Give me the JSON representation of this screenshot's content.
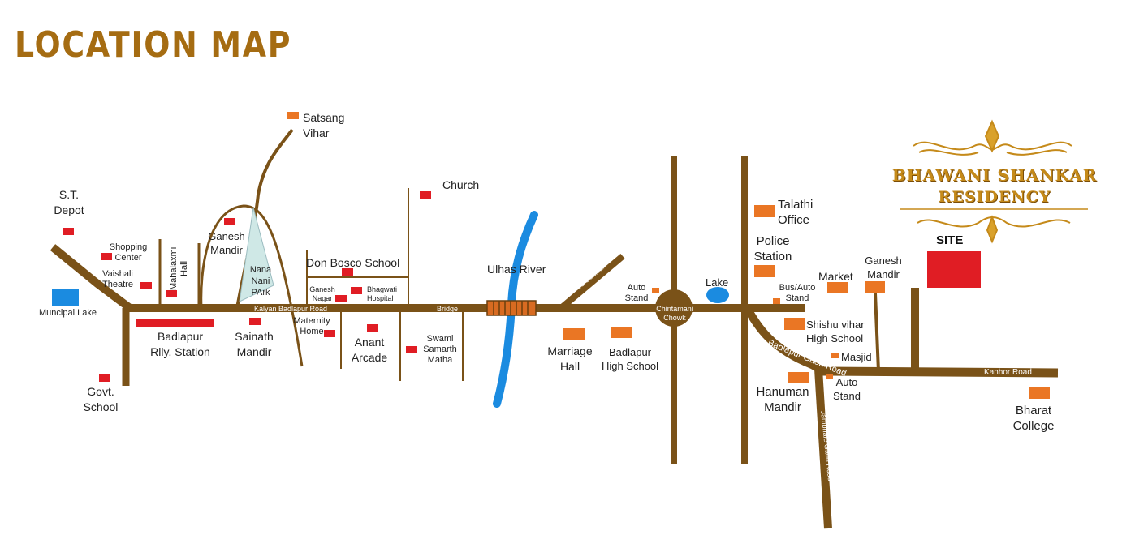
{
  "title": "LOCATION MAP",
  "brand": {
    "line1": "BHAWANI SHANKAR",
    "line2": "RESIDENCY",
    "site_label": "SITE"
  },
  "colors": {
    "road": "#7a5218",
    "marker_red": "#e01d24",
    "marker_orange": "#ea7624",
    "river": "#1b8be0",
    "lake": "#1b8be0",
    "gold": "#c58a1a"
  },
  "places": {
    "satsang_vihar": "Satsang\nVihar",
    "st_depot": "S.T.\nDepot",
    "shopping_center": "Shopping\nCenter",
    "vaishali_theatre": "Vaishali\nTheatre",
    "mahalaxmi_hall": "Mahalaxmi\nHall",
    "ganesh_mandir_west": "Ganesh\nMandir",
    "nana_nani_park": "Nana\nNani\nPArk",
    "muncipal_lake": "Muncipal Lake",
    "badlapur_station": "Badlapur\nRlly. Station",
    "sainath_mandir": "Sainath\nMandir",
    "govt_school": "Govt.\nSchool",
    "church": "Church",
    "don_bosco": "Don Bosco School",
    "ganesh_nagar": "Ganesh\nNagar",
    "bhagwati_hospital": "Bhagwati\nHospital",
    "maternity_home": "Maternity\nHome",
    "anant_arcade": "Anant\nArcade",
    "swami_samarth": "Swami\nSamarth\nMatha",
    "ulhas_river": "Ulhas River",
    "auto_stand_west": "Auto\nStand",
    "marriage_hall": "Marriage\nHall",
    "badlapur_high_school": "Badlapur\nHigh School",
    "chintamani_chowk": "Chintamani\nChowk",
    "lake": "Lake",
    "talathi_office": "Talathi\nOffice",
    "police_station": "Police\nStation",
    "market": "Market",
    "ganesh_mandir_east": "Ganesh\nMandir",
    "bus_auto_stand": "Bus/Auto\nStand",
    "shishu_vihar": "Shishu vihar\nHigh School",
    "masjid": "Masjid",
    "auto_stand_east": "Auto\nStand",
    "hanuman_mandir": "Hanuman\nMandir",
    "bharat_college": "Bharat\nCollege"
  },
  "roads": {
    "kalyan_badlapur": "Kalyan Badlapur Road",
    "bridge": "Bridge",
    "to_sonivali": "To Sonivali",
    "badlapur_gaon": "Badlapur   Gaon   Road",
    "kanhor": "Kanhor Road",
    "jambhale_gaon": "Jambhale Gaon Road"
  }
}
